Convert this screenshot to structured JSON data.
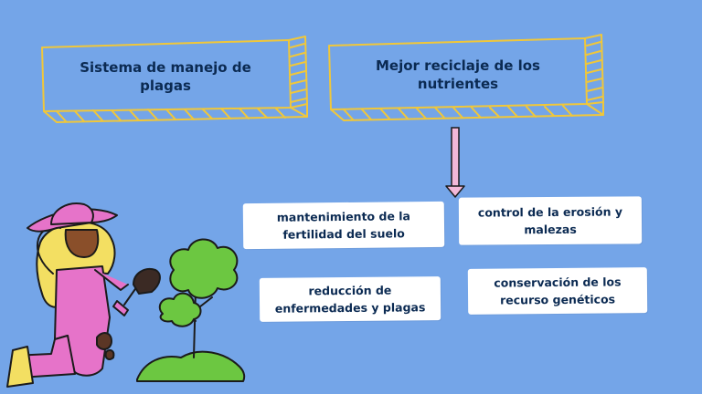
{
  "top_boxes": [
    {
      "label": "Sistema de manejo de plagas"
    },
    {
      "label": "Mejor reciclaje de los nutrientes"
    }
  ],
  "cards": [
    {
      "label": "mantenimiento de la fertilidad del suelo"
    },
    {
      "label": "control de la erosión y malezas"
    },
    {
      "label": "reducción de enfermedades y plagas"
    },
    {
      "label": "conservación de los recurso genéticos"
    }
  ],
  "colors": {
    "background": "#74a5e8",
    "box_outline": "#f0c73a",
    "card": "#ffffff",
    "text": "#0b2a52",
    "arrow": "#f2b8d8",
    "overalls": "#e673c9",
    "hair": "#f3df62",
    "tree": "#6cc741"
  },
  "icons": [
    "down-arrow-icon",
    "gardener-illustration",
    "tree-illustration",
    "shovel-icon"
  ]
}
